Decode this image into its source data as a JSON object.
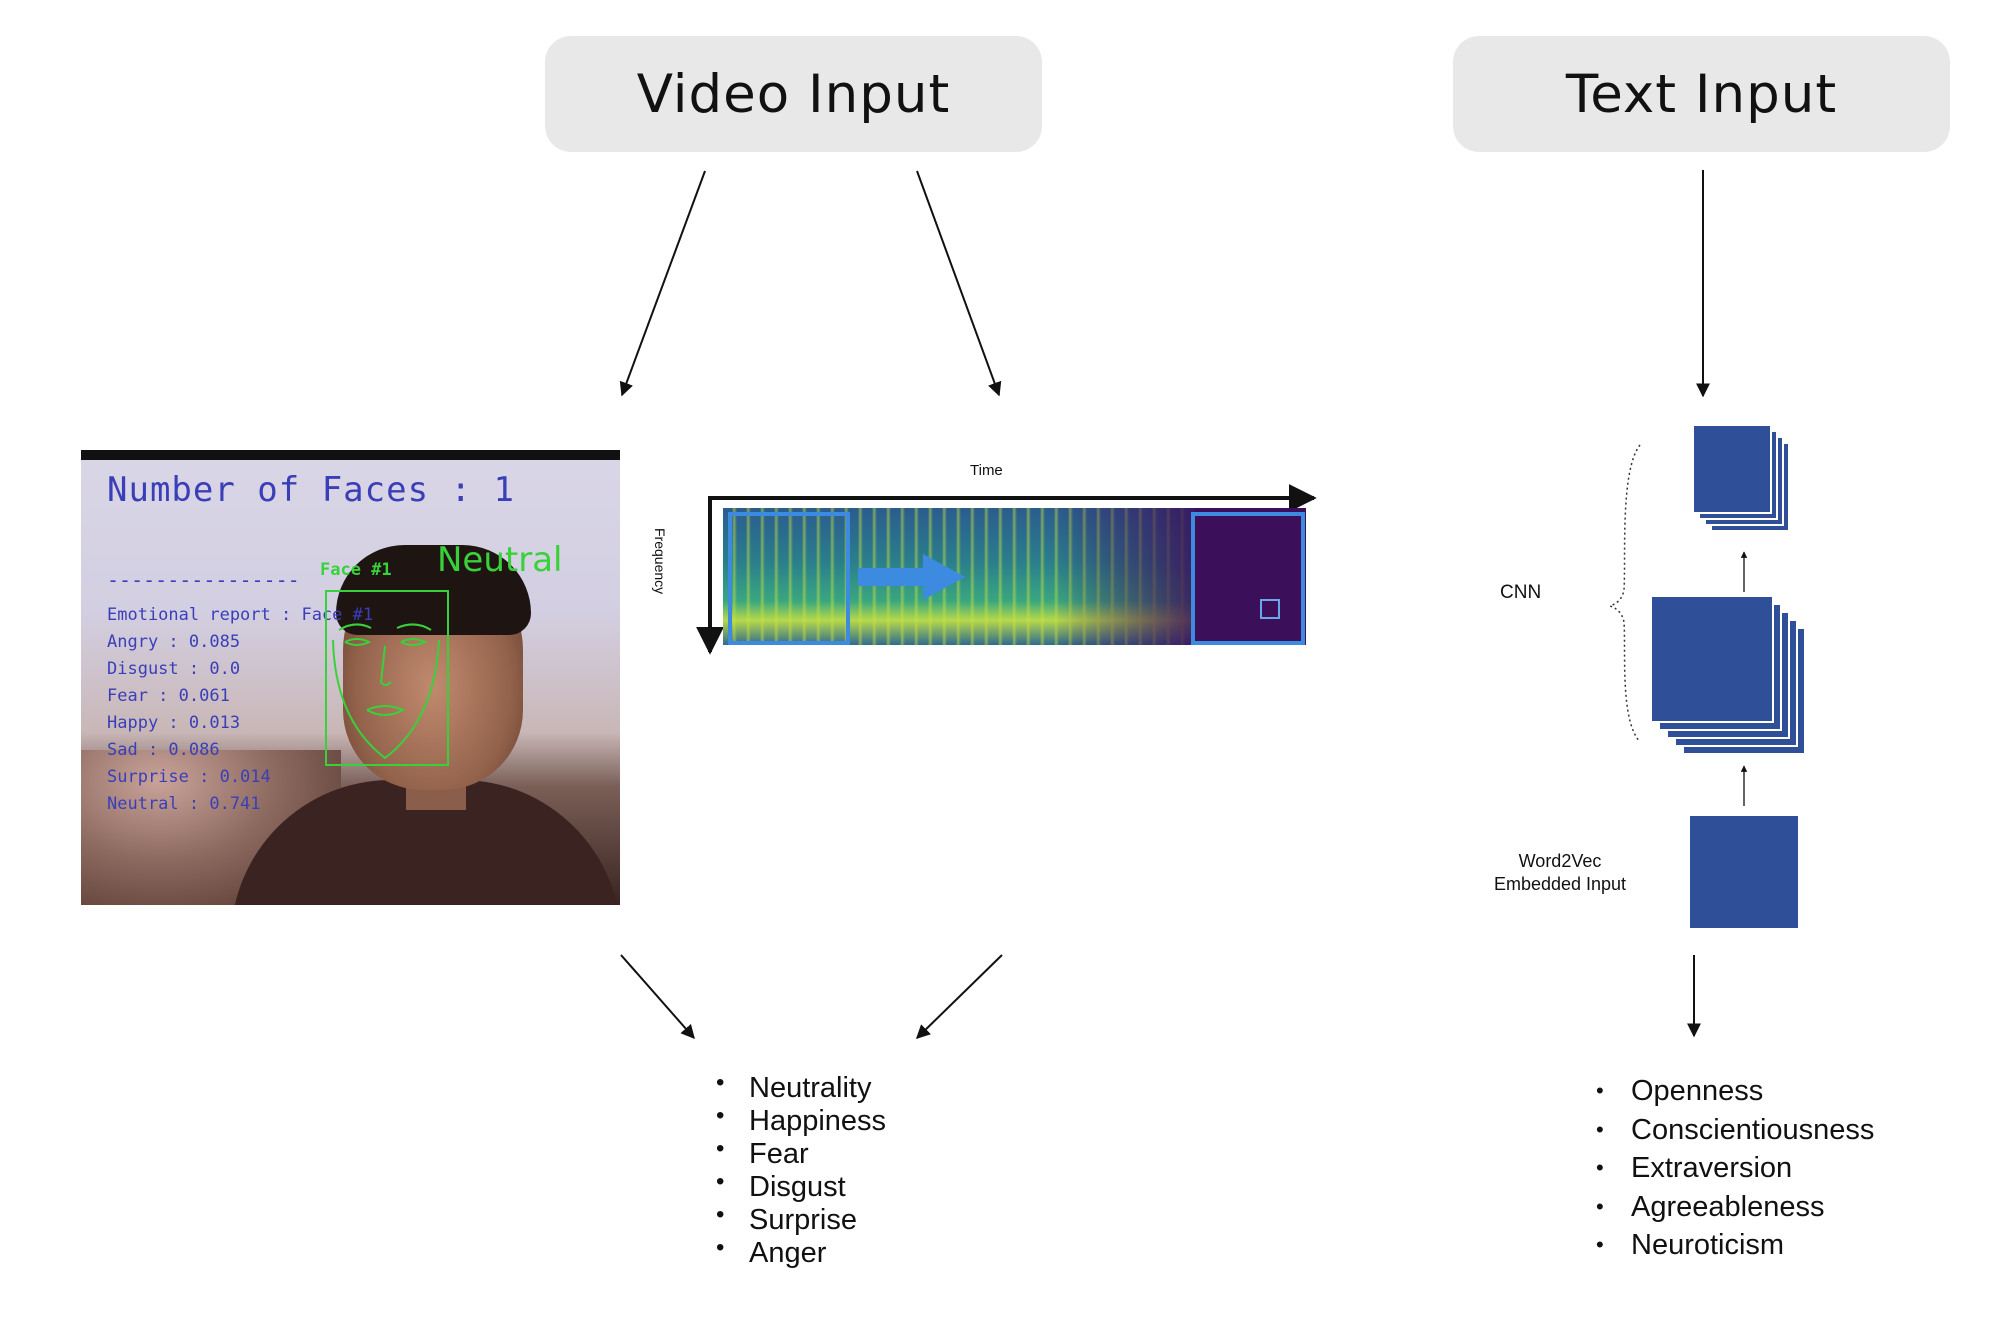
{
  "video_input": {
    "label": "Video Input"
  },
  "text_input": {
    "label": "Text Input"
  },
  "webcam": {
    "faces_count": "Number of Faces : 1",
    "separator": "----------------",
    "report_title": "Emotional report : Face #1",
    "report_lines": [
      "Angry : 0.085",
      "Disgust : 0.0",
      "Fear : 0.061",
      "Happy : 0.013",
      "Sad : 0.086",
      "Surprise : 0.014",
      "Neutral : 0.741"
    ],
    "face_tag": "Face #1",
    "face_emotion": "Neutral"
  },
  "spectrogram": {
    "time_label": "Time",
    "frequency_label": "Frequency"
  },
  "cnn": {
    "label": "CNN",
    "input_label_line1": "Word2Vec",
    "input_label_line2": "Embedded Input",
    "color": "#2f4f98"
  },
  "emotions": [
    "Neutrality",
    "Happiness",
    "Fear",
    "Disgust",
    "Surprise",
    "Anger"
  ],
  "personality_traits": [
    "Openness",
    "Conscientiousness",
    "Extraversion",
    "Agreeableness",
    "Neuroticism"
  ]
}
